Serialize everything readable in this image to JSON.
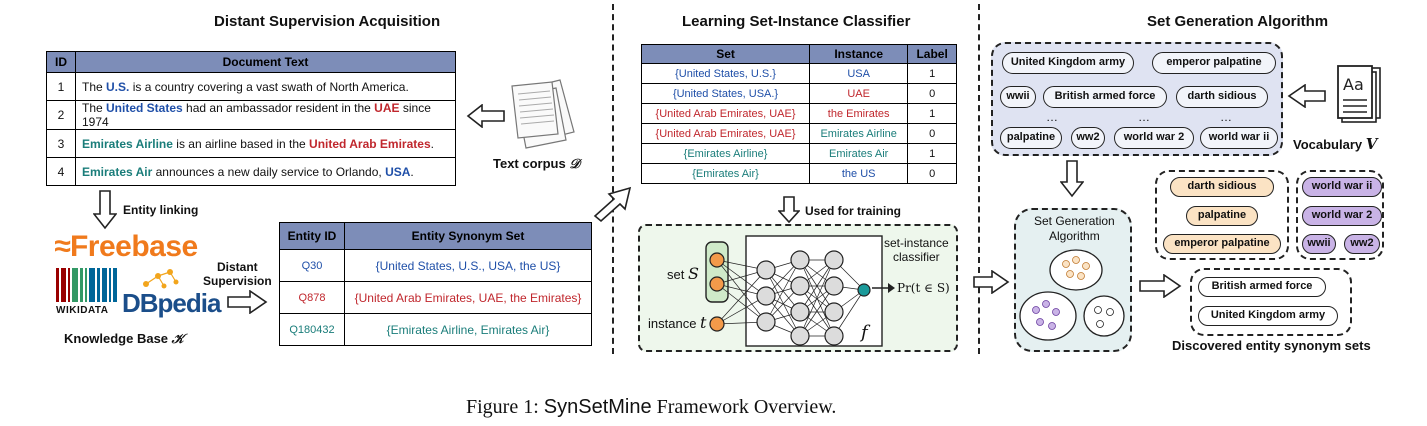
{
  "sections": {
    "acquisition_title": "Distant Supervision Acquisition",
    "classifier_title": "Learning Set-Instance Classifier",
    "generation_title": "Set Generation Algorithm"
  },
  "doc_table": {
    "headers": [
      "ID",
      "Document Text"
    ],
    "rows": [
      {
        "id": "1",
        "parts": [
          [
            "The ",
            ""
          ],
          [
            "U.S.",
            "blue"
          ],
          [
            " is a country covering a vast swath of North America.",
            ""
          ]
        ]
      },
      {
        "id": "2",
        "parts": [
          [
            "The ",
            ""
          ],
          [
            "United States",
            "blue"
          ],
          [
            " had an ambassador resident in the ",
            ""
          ],
          [
            "UAE",
            "red"
          ],
          [
            " since 1974",
            ""
          ]
        ]
      },
      {
        "id": "3",
        "parts": [
          [
            "Emirates Airline",
            "teal"
          ],
          [
            " is an airline based in the ",
            ""
          ],
          [
            "United Arab Emirates",
            "red"
          ],
          [
            ".",
            ""
          ]
        ]
      },
      {
        "id": "4",
        "parts": [
          [
            "Emirates Air",
            "teal"
          ],
          [
            " announces a new daily service to Orlando, ",
            ""
          ],
          [
            "USA",
            "blue"
          ],
          [
            ".",
            ""
          ]
        ]
      }
    ]
  },
  "corpus": {
    "label": "Text corpus",
    "symbol": "𝒟"
  },
  "entity_linking": "Entity linking",
  "kb_logos": {
    "freebase": "Freebase",
    "wikidata": "WIKIDATA",
    "dbpedia": "DBpedia"
  },
  "kb": {
    "label": "Knowledge Base",
    "symbol": "𝒦"
  },
  "distant_supervision": [
    "Distant",
    "Supervision"
  ],
  "synonym_table": {
    "headers": [
      "Entity ID",
      "Entity Synonym Set"
    ],
    "rows": [
      {
        "id": "Q30",
        "set": "{United States, U.S., USA, the US}",
        "color": "rb"
      },
      {
        "id": "Q878",
        "set": "{United Arab Emirates, UAE, the Emirates}",
        "color": "rr"
      },
      {
        "id": "Q180432",
        "set": "{Emirates Airline, Emirates Air}",
        "color": "rt"
      }
    ]
  },
  "training_table": {
    "headers": [
      "Set",
      "Instance",
      "Label"
    ],
    "rows": [
      {
        "set": "{United States, U.S.}",
        "sc": "rb",
        "inst": "USA",
        "ic": "rb",
        "label": "1"
      },
      {
        "set": "{United States, USA.}",
        "sc": "rb",
        "inst": "UAE",
        "ic": "rr",
        "label": "0"
      },
      {
        "set": "{United Arab Emirates, UAE}",
        "sc": "rr",
        "inst": "the Emirates",
        "ic": "rr",
        "label": "1"
      },
      {
        "set": "{United Arab Emirates, UAE}",
        "sc": "rr",
        "inst": "Emirates Airline",
        "ic": "rt",
        "label": "0"
      },
      {
        "set": "{Emirates Airline}",
        "sc": "rt",
        "inst": "Emirates Air",
        "ic": "rt",
        "label": "1"
      },
      {
        "set": "{Emirates Air}",
        "sc": "rt",
        "inst": "the US",
        "ic": "rb",
        "label": "0"
      }
    ]
  },
  "used_for_training": "Used for training",
  "classifier": {
    "set_label": "set",
    "set_symbol": "S",
    "instance_label": "instance",
    "instance_symbol": "t",
    "name": [
      "set-instance",
      "classifier"
    ],
    "f_symbol": "f",
    "output": "Pr(t ∈ S)"
  },
  "vocabulary": {
    "pills": [
      "United Kingdom army",
      "emperor palpatine",
      "wwii",
      "British armed force",
      "darth sidious",
      "palpatine",
      "ww2",
      "world war 2",
      "world war ii"
    ],
    "ellipses": [
      "…",
      "…",
      "…"
    ],
    "label": "Vocabulary",
    "symbol": "V"
  },
  "algorithm_box": [
    "Set Generation",
    "Algorithm"
  ],
  "discovered": {
    "group_orange": [
      "darth sidious",
      "palpatine",
      "emperor palpatine"
    ],
    "group_purple": [
      "world war ii",
      "world war 2",
      "wwii",
      "ww2"
    ],
    "group_white": [
      "British armed force",
      "United Kingdom army"
    ],
    "label": "Discovered entity synonym sets"
  },
  "caption": {
    "prefix": "Figure 1: ",
    "name": "SynSetMine",
    "suffix": " Framework Overview."
  },
  "colors": {
    "header_blue": "#7d8db8",
    "entity_blue": "#1f4fa8",
    "entity_red": "#c0272d",
    "entity_teal": "#1a7d7a",
    "pill_orange": "#fbe3c4",
    "pill_purple": "#c9b3e6",
    "nn_background": "#eef7ec",
    "node_orange": "#f39a4a"
  }
}
